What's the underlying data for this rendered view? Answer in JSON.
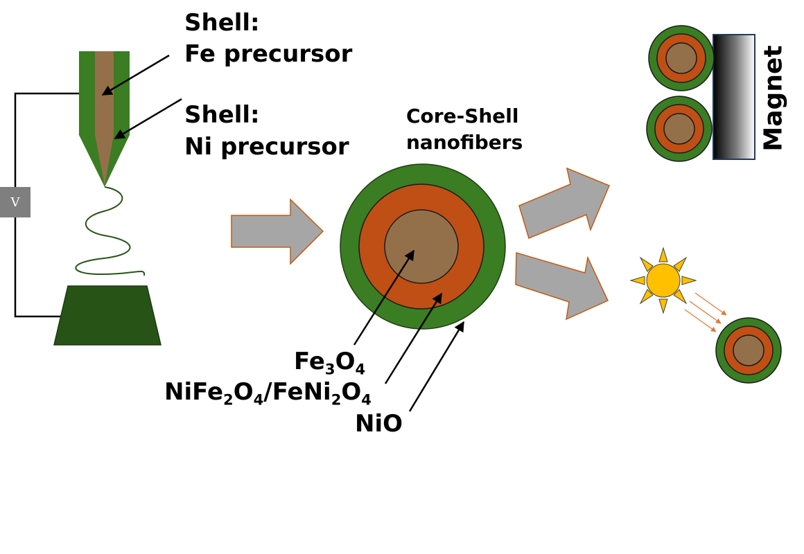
{
  "labels": {
    "shell_fe": {
      "line1": "Shell:",
      "line2": "Fe precursor"
    },
    "shell_ni": {
      "line1": "Shell:",
      "line2": "Ni precursor"
    },
    "core_shell": {
      "line1": "Core-Shell",
      "line2": "nanofibers"
    },
    "voltage": "V",
    "magnet": "Magnet",
    "fe3o4": {
      "a": "Fe",
      "s1": "3",
      "b": "O",
      "s2": "4"
    },
    "nife": {
      "a": "NiFe",
      "s1": "2",
      "b": "O",
      "s2": "4",
      "c": "/FeNi",
      "s3": "2",
      "d": "O",
      "s4": "4"
    },
    "nio": "NiO"
  },
  "colors": {
    "shell_green": "#3a7d23",
    "middle_orange": "#c04f15",
    "core_brown": "#94704a",
    "dark_green": "#275317",
    "arrow_gray": "#a6a6a6",
    "arrow_outline": "#c55a11",
    "sun": "#ffc000"
  }
}
